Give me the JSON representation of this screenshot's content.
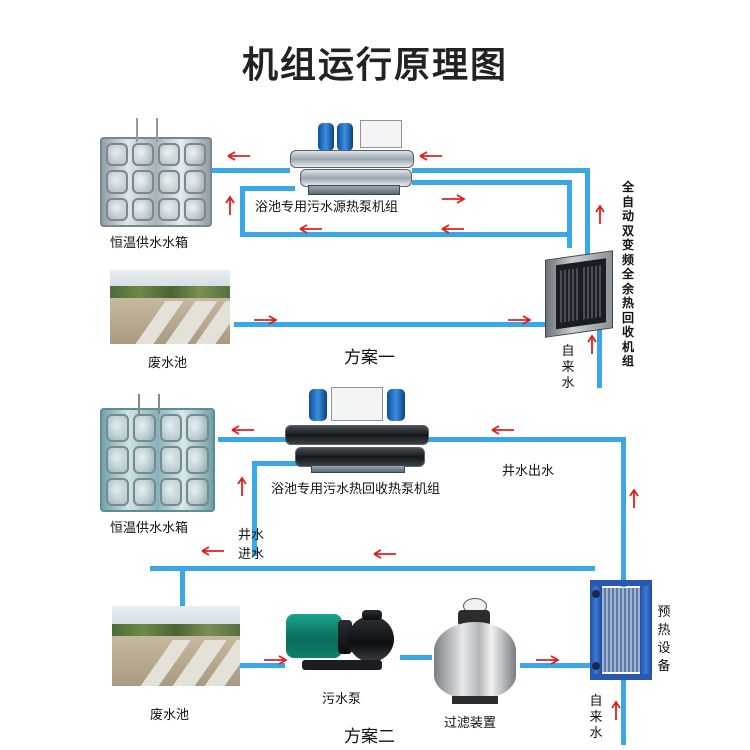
{
  "title": "机组运行原理图",
  "scheme1": {
    "label": "方案一",
    "tank_label": "恒温供水水箱",
    "heatpump_label": "浴池专用污水源热泵机组",
    "pool_label": "废水池",
    "cabinet_label": "全自动双变频全余热回收机组",
    "tap_label": "自来水"
  },
  "scheme2": {
    "label": "方案二",
    "tank_label": "恒温供水水箱",
    "heatpump_label": "浴池专用污水热回收热泵机组",
    "well_out_label": "井水出水",
    "well_in_label_1": "井水",
    "well_in_label_2": "进水",
    "pool_label": "废水池",
    "pump_label": "污水泵",
    "filter_label": "过滤装置",
    "preheat_label": "预热设备",
    "tap_label": "自来水"
  },
  "colors": {
    "pipe": "#3aa7e6",
    "arrow": "#e0201c",
    "title": "#222222"
  },
  "icons": [
    "red-arrow-icon",
    "water-tank-icon",
    "heat-pump-icon",
    "pool-photo-icon",
    "cabinet-unit-icon",
    "pump-icon",
    "sand-filter-icon",
    "plate-exchanger-icon"
  ]
}
